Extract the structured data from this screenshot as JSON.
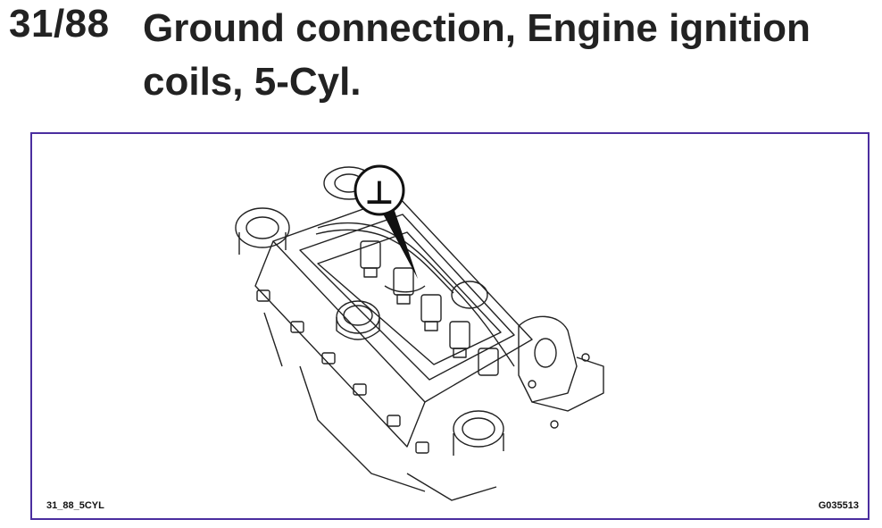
{
  "header": {
    "page_number": "31/88",
    "title": "Ground connection, Engine ignition coils, 5-Cyl."
  },
  "figure": {
    "ground_symbol": "⊥",
    "label_left": "31_88_5CYL",
    "label_right": "G035513",
    "frame_color": "#4b2e9f",
    "icons": [
      "ground-symbol-icon",
      "engine-drawing"
    ]
  }
}
